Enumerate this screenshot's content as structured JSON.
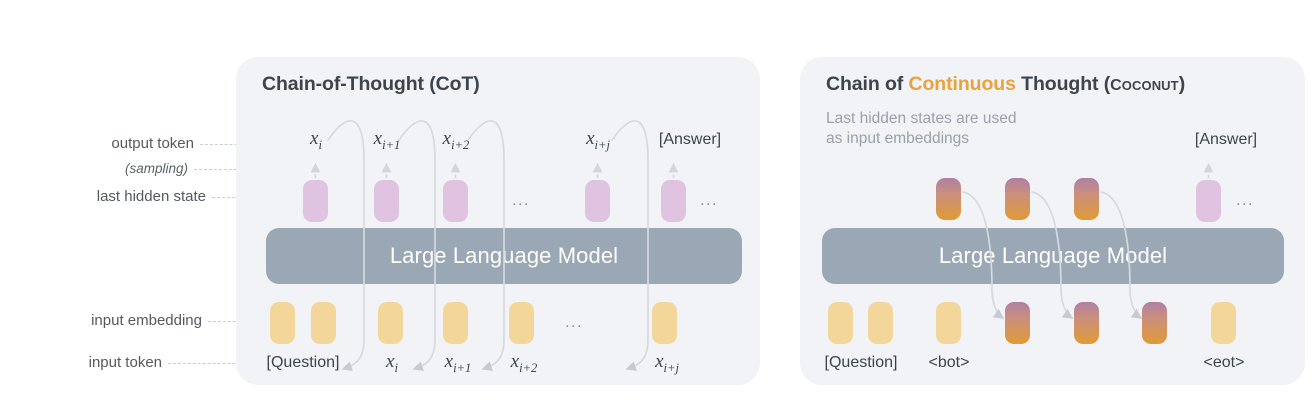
{
  "figure": {
    "caption_colors": {
      "panel_bg": "#f1f3f7",
      "llm_bar": "#9aa7b5",
      "hidden_state": "#e0c3e0",
      "input_embedding": "#f3d79a",
      "continuous_thought_top": "#b07fa4",
      "continuous_thought_bottom": "#e09a36",
      "accent": "#e8a33d",
      "text": "#3d444c",
      "muted_text": "#9aa1aa"
    }
  },
  "row_labels": [
    {
      "id": "output-token",
      "text": "output token"
    },
    {
      "id": "sampling",
      "text": "(sampling)"
    },
    {
      "id": "last-hidden",
      "text": "last hidden state"
    },
    {
      "id": "input-embedding",
      "text": "input embedding"
    },
    {
      "id": "input-token",
      "text": "input token"
    }
  ],
  "panels": {
    "cot": {
      "title_parts": [
        {
          "text": "Chain-of-Thought (CoT)",
          "accent": false
        }
      ],
      "title_plain": "Chain-of-Thought (CoT)",
      "llm_label": "Large Language Model",
      "output_tokens": [
        {
          "base": "x",
          "sub": "i"
        },
        {
          "base": "x",
          "sub": "i+1"
        },
        {
          "base": "x",
          "sub": "i+2"
        },
        {
          "base": "x",
          "sub": "i+j"
        }
      ],
      "output_answer": "[Answer]",
      "output_ellipsis": "...",
      "output_tail_ellipsis": "...",
      "input_tokens": [
        {
          "text": "[Question]"
        },
        {
          "base": "x",
          "sub": "i"
        },
        {
          "base": "x",
          "sub": "i+1"
        },
        {
          "base": "x",
          "sub": "i+2"
        },
        {
          "base": "x",
          "sub": "i+j"
        }
      ],
      "input_ellipsis": "..."
    },
    "coconut": {
      "title_parts": [
        {
          "text": "Chain of ",
          "accent": false
        },
        {
          "text": "Continuous",
          "accent": true
        },
        {
          "text": " Thought (",
          "accent": false
        },
        {
          "text": "Coconut",
          "accent": false,
          "smallcaps": true
        },
        {
          "text": ")",
          "accent": false
        }
      ],
      "title_pre": "Chain of ",
      "title_accent": "Continuous",
      "title_mid": " Thought (",
      "title_smallcaps": "Coconut",
      "title_post": ")",
      "subtitle": "Last hidden states are used\nas input embeddings",
      "llm_label": "Large Language Model",
      "output_answer": "[Answer]",
      "output_tail_ellipsis": "...",
      "input_tokens": [
        {
          "text": "[Question]"
        },
        {
          "text": "<bot>"
        },
        {
          "text": "<eot>"
        }
      ]
    }
  }
}
